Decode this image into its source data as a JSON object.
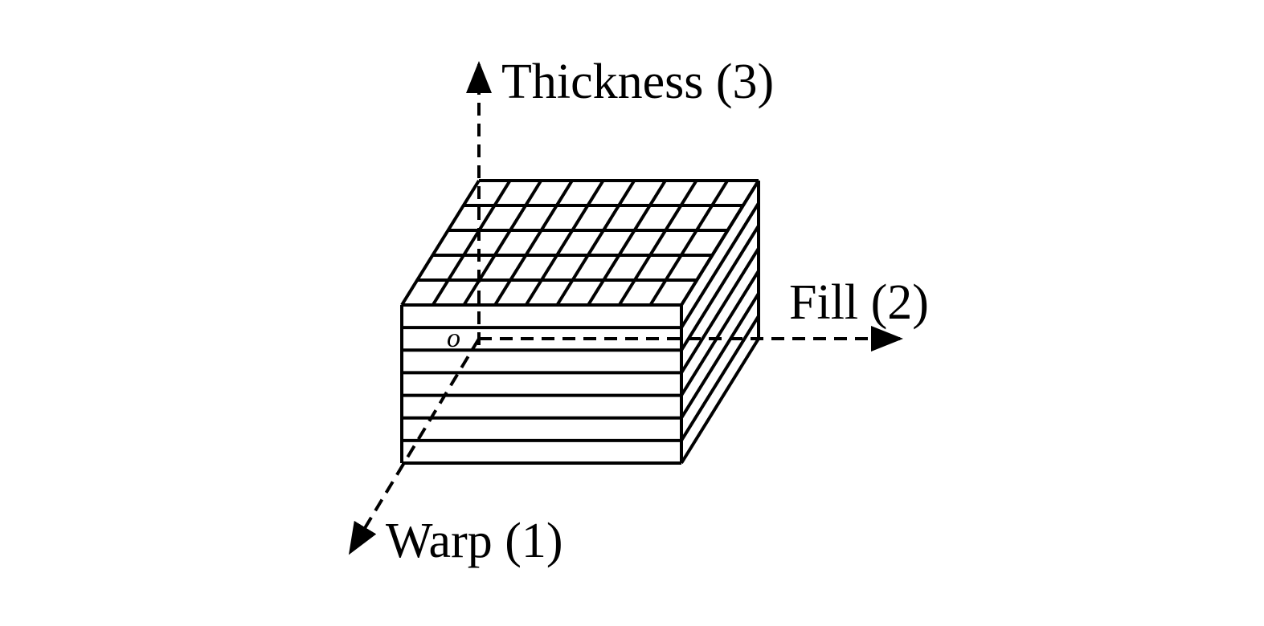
{
  "diagram": {
    "axes": {
      "thickness": "Thickness (3)",
      "fill": "Fill (2)",
      "warp": "Warp (1)",
      "origin": "o"
    },
    "laminate": {
      "top_grid_rows": 5,
      "top_grid_columns": 9,
      "front_layers": 7
    },
    "colors": {
      "line": "#000000",
      "background": "#ffffff"
    }
  }
}
